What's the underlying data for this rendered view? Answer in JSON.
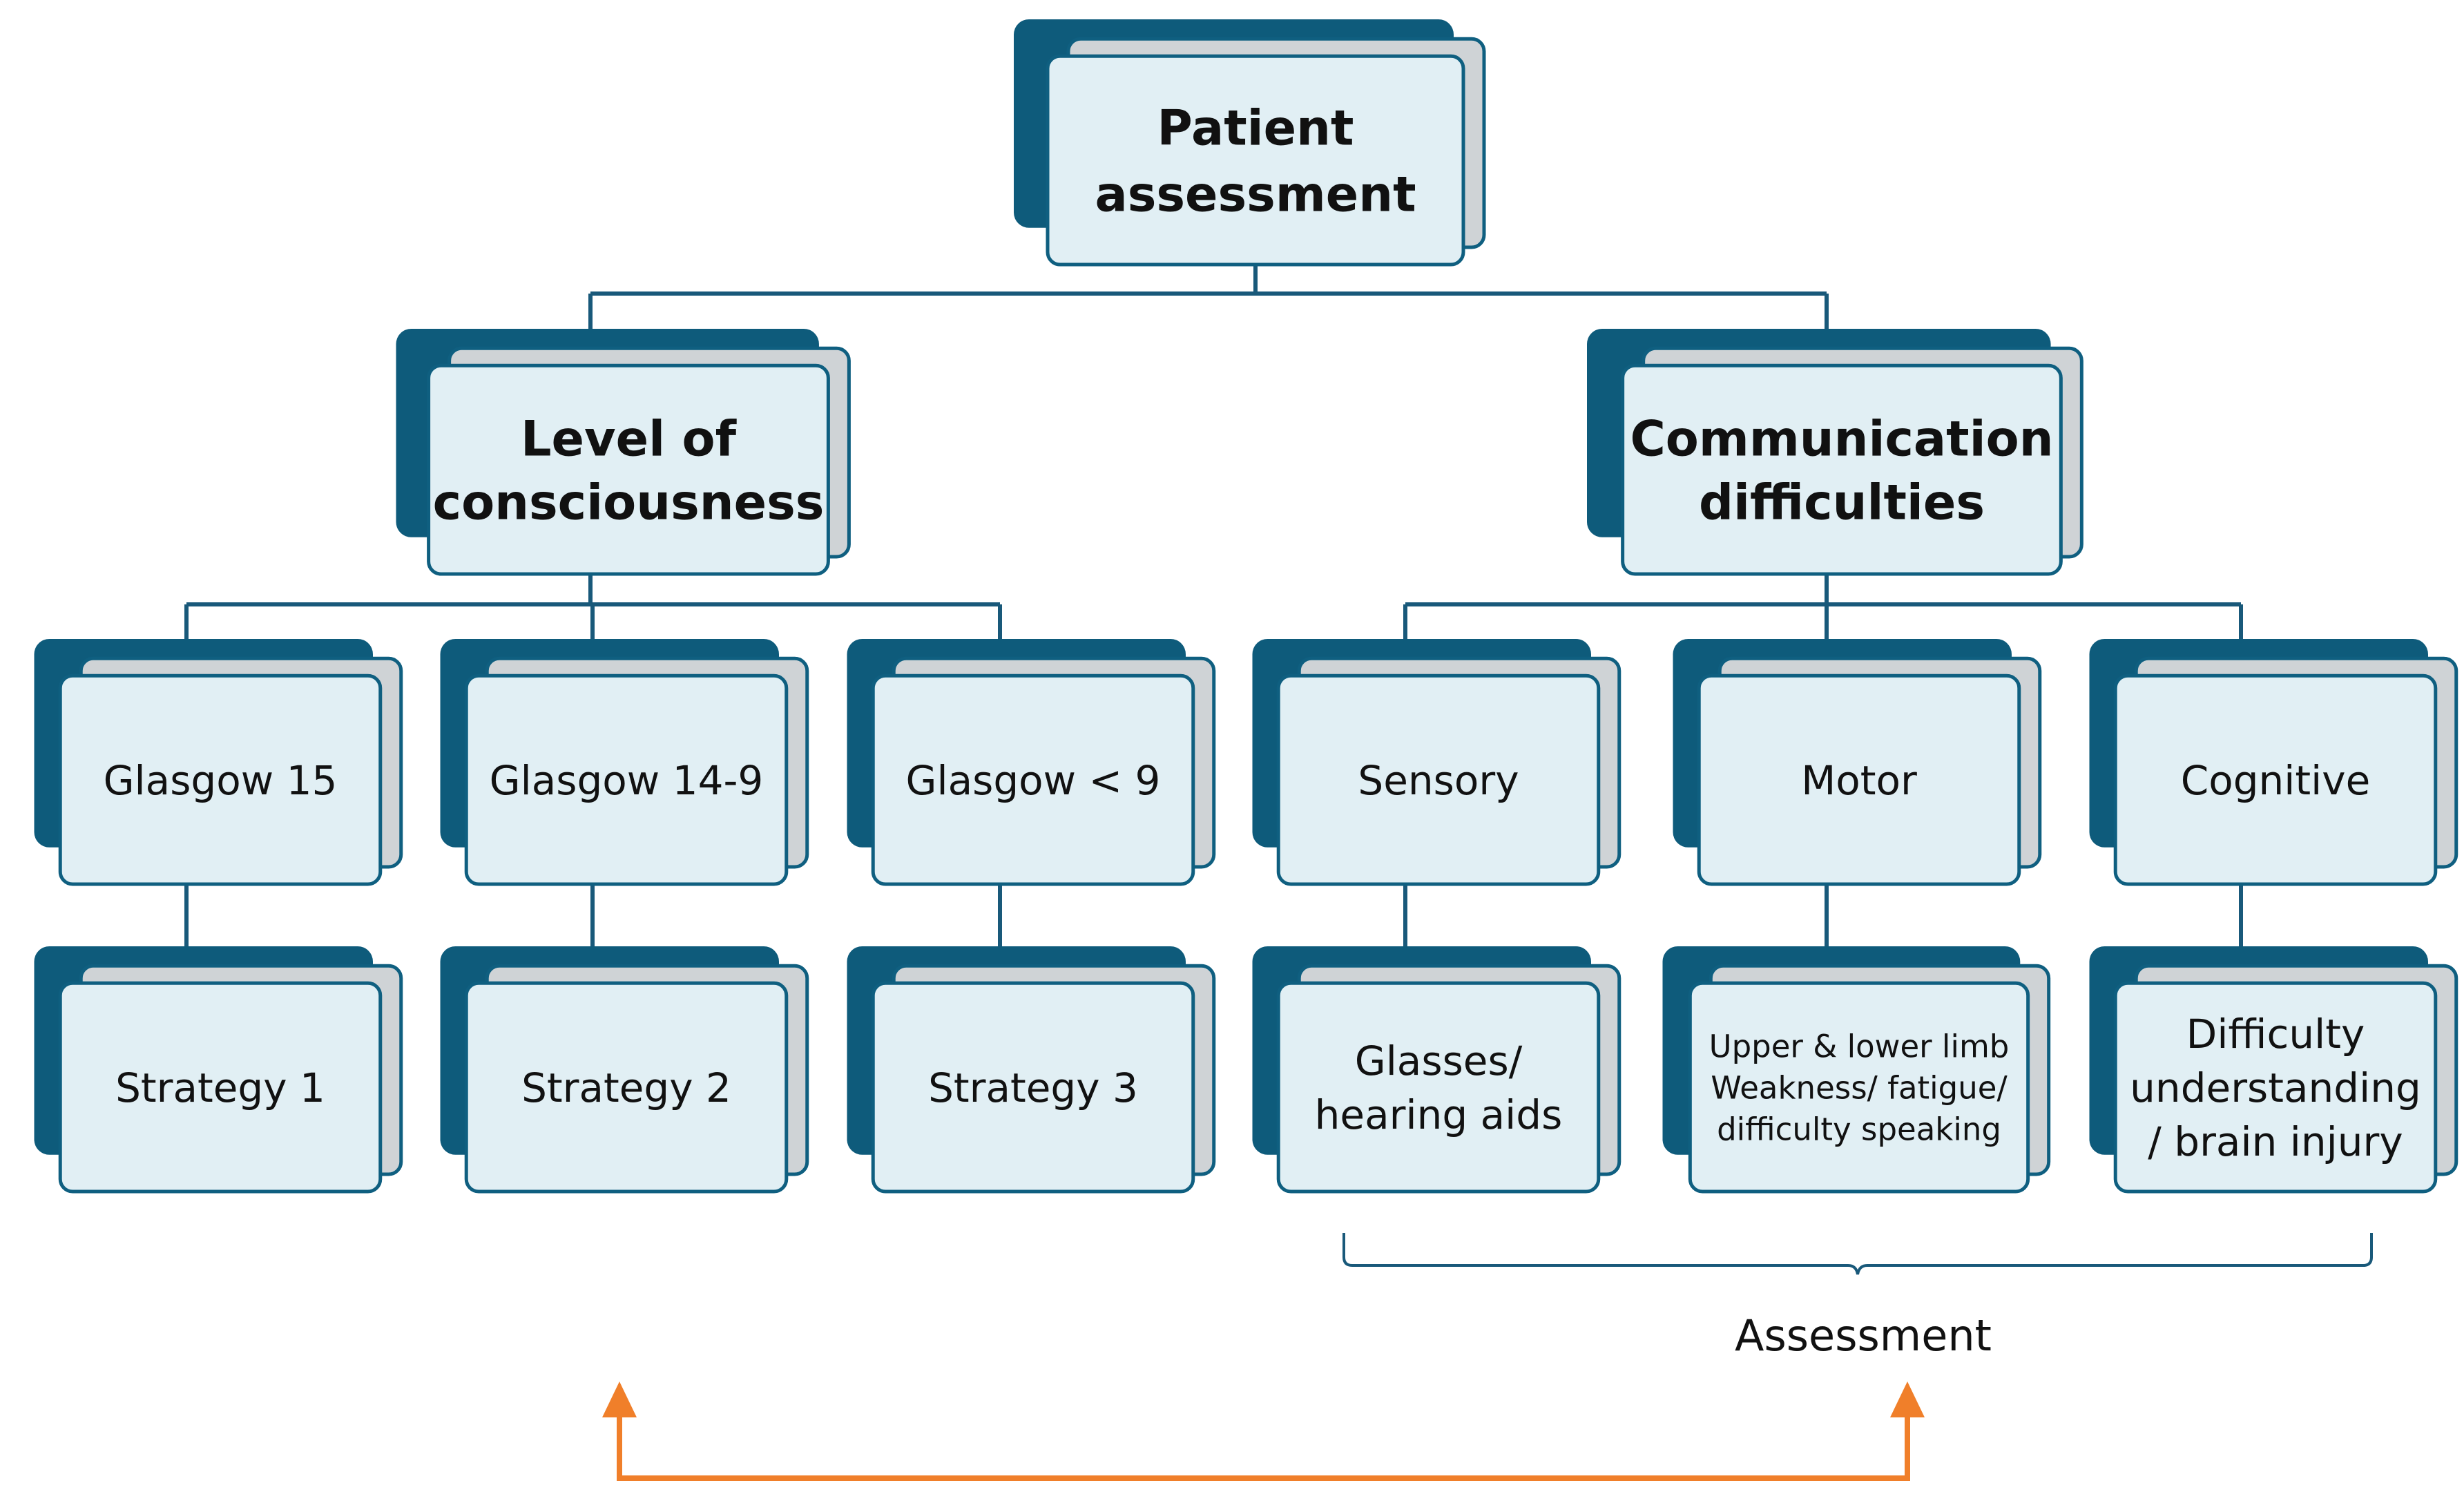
{
  "diagram": {
    "root": {
      "lines": [
        "Patient",
        "assessment"
      ]
    },
    "branches": [
      {
        "lines": [
          "Level of",
          "consciousness"
        ]
      },
      {
        "lines": [
          "Communication",
          "difficulties"
        ]
      }
    ],
    "categories": [
      {
        "lines": [
          "Glasgow 15"
        ]
      },
      {
        "lines": [
          "Glasgow 14-9"
        ]
      },
      {
        "lines": [
          "Glasgow < 9"
        ]
      },
      {
        "lines": [
          "Sensory"
        ]
      },
      {
        "lines": [
          "Motor"
        ]
      },
      {
        "lines": [
          "Cognitive"
        ]
      }
    ],
    "details": [
      {
        "lines": [
          "Strategy 1"
        ]
      },
      {
        "lines": [
          "Strategy 2"
        ]
      },
      {
        "lines": [
          "Strategy 3"
        ]
      },
      {
        "lines": [
          "Glasses/",
          "hearing aids"
        ]
      },
      {
        "lines": [
          "Upper & lower limb",
          "Weakness/ fatigue/",
          "difficulty speaking"
        ]
      },
      {
        "lines": [
          "Difficulty",
          "understanding",
          "/ brain injury"
        ]
      }
    ],
    "brace_label": "Assessment"
  },
  "colors": {
    "back_panel": "#0e5b7b",
    "shadow_panel": "#cfd3d6",
    "box_fill": "#e1eff4",
    "box_border": "#0f5f80",
    "connector": "#19597a",
    "arrow": "#f07f2a"
  }
}
